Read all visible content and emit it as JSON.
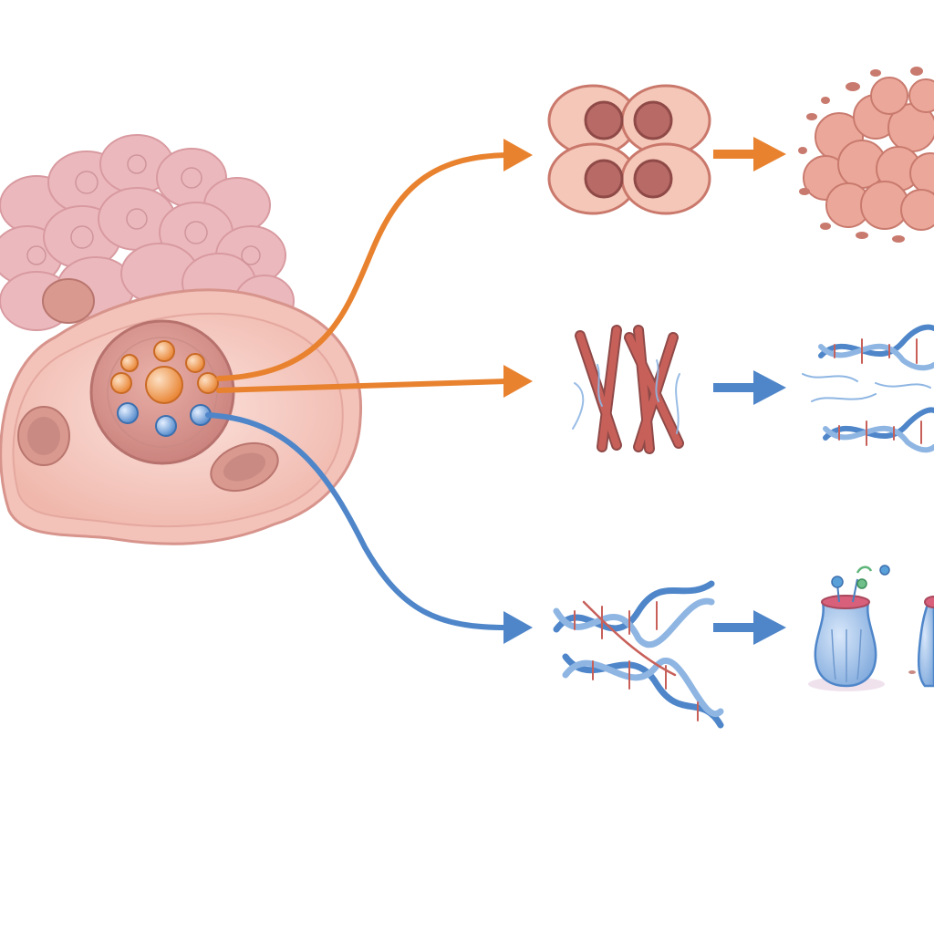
{
  "diagram": {
    "colors": {
      "background": "#ffffff",
      "cell_membrane": "#e8a79f",
      "cell_fill": "#f7cdc4",
      "cluster_fill": "#e9b3b8",
      "nucleus_fill": "#d58e88",
      "orange_path": "#e8822f",
      "blue_path": "#4f86c9",
      "dna_blue": "#8fb6e3",
      "dna_red": "#c8605a",
      "ribosome_blue": "#a9c9ee"
    },
    "source": {
      "cluster": "cell-cluster",
      "main_cell": "cell",
      "nucleus_molecules": {
        "orange": 5,
        "blue": 3
      }
    },
    "pathways": [
      {
        "color": "orange",
        "stage_1": "dividing-cells",
        "stage_2": "tumor-mass"
      },
      {
        "color": "orange",
        "stage_1": "chromosomes",
        "stage_2": "dna-helices"
      },
      {
        "color": "blue",
        "stage_1": "dna-helix",
        "stage_2": "ribosomes"
      }
    ]
  }
}
